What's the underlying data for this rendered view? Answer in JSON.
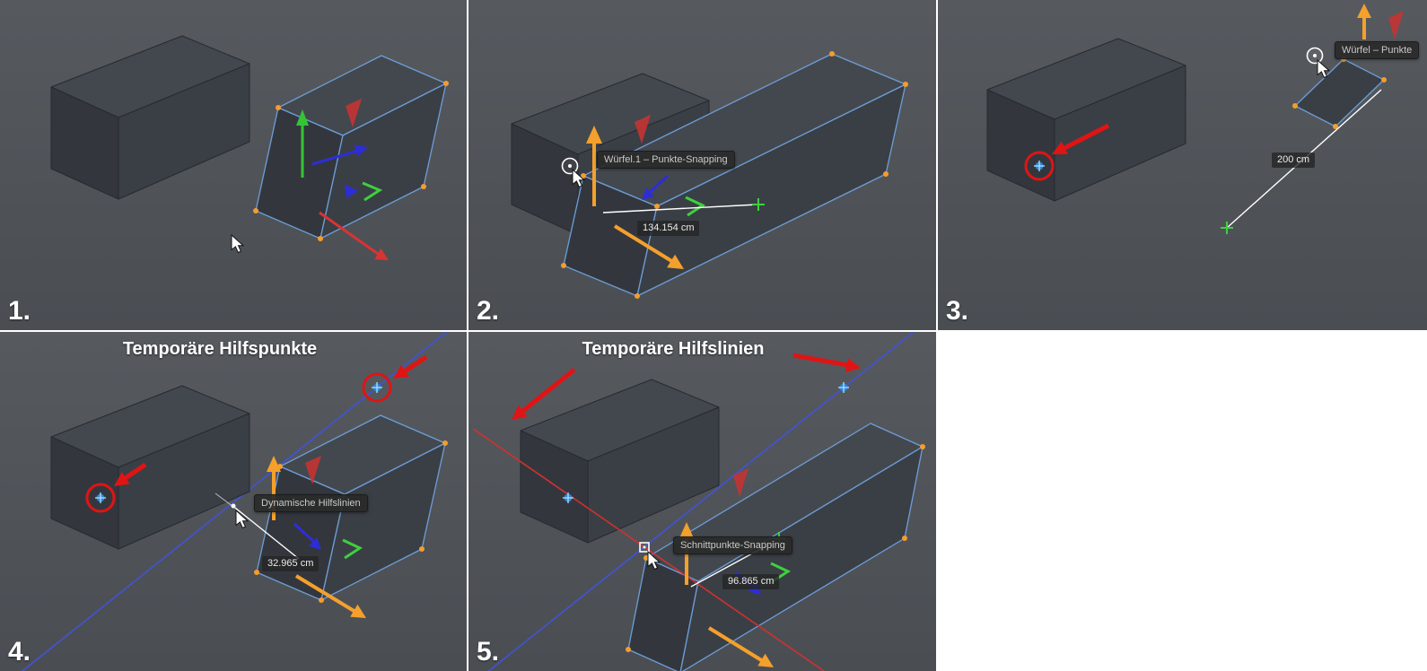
{
  "colors": {
    "viewport_bg_top": "#565a5f",
    "viewport_bg_bottom": "#4a4e53",
    "annotation_red": "#e01414",
    "selection_edge_blue": "#6d9ed8",
    "vertex_orange": "#f59d2c",
    "axis_green": "#35c435",
    "axis_red": "#d83434",
    "axis_blue": "#2d2dd8",
    "axis_orange": "#f5a02c",
    "guide_line_blue": "#4153d6",
    "guide_line_red": "#d23030",
    "snap_marker_green": "#3fd03f",
    "helper_point_blue": "#2f86d6"
  },
  "panels": [
    {
      "number": "1."
    },
    {
      "number": "2.",
      "tooltip": "Würfel.1 – Punkte-Snapping",
      "measurement": "134.154 cm"
    },
    {
      "number": "3.",
      "tooltip": "Würfel – Punkte",
      "measurement": "200 cm"
    },
    {
      "number": "4.",
      "title": "Temporäre Hilfspunkte",
      "tooltip": "Dynamische Hilfslinien",
      "measurement": "32.965 cm"
    },
    {
      "number": "5.",
      "title": "Temporäre Hilfslinien",
      "tooltip": "Schnittpunkte-Snapping",
      "measurement": "96.865 cm"
    }
  ]
}
